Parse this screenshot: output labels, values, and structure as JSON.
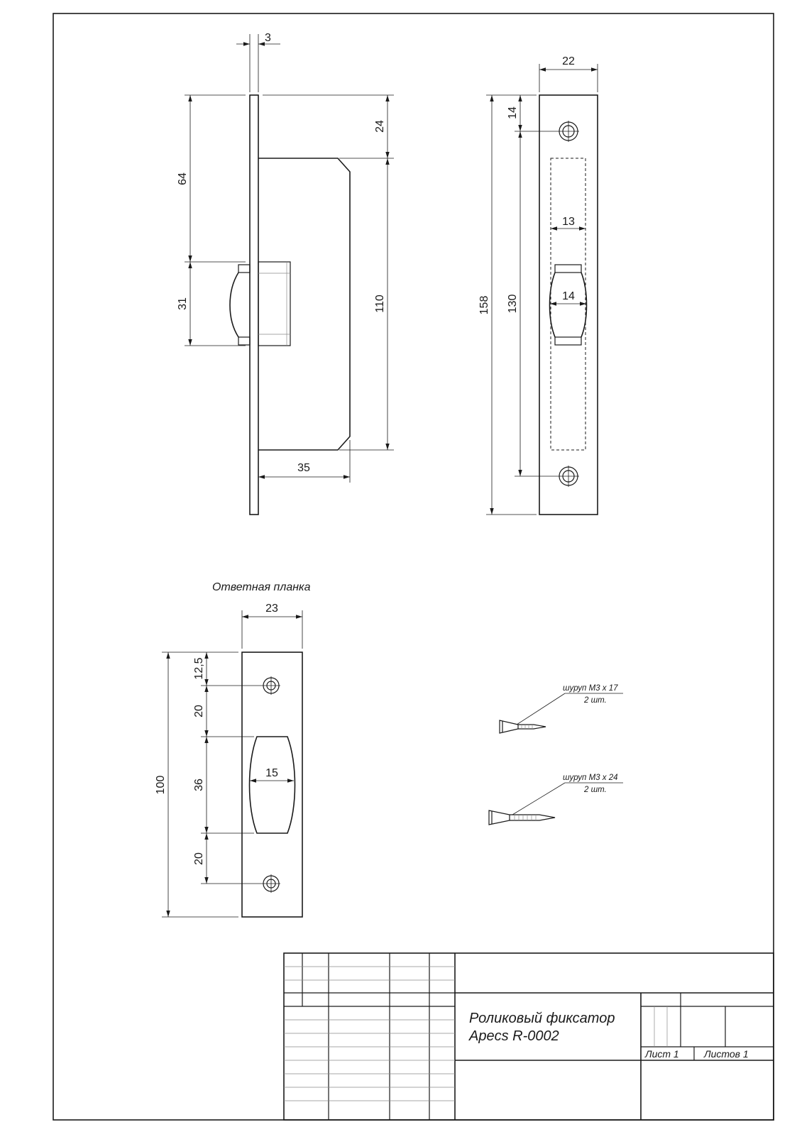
{
  "dimensions": {
    "faceplate_thickness": "3",
    "top_to_body": "24",
    "top_to_roller": "64",
    "roller_height": "31",
    "body_height": "110",
    "body_depth": "35",
    "faceplate_width": "22",
    "hole_offset": "14",
    "overall_length": "158",
    "hole_spacing": "130",
    "slot_width": "13",
    "roller_width": "14"
  },
  "strike_plate": {
    "caption": "Ответная планка",
    "width": "23",
    "top_hole": "12,5",
    "gap_top": "20",
    "slot_height": "36",
    "gap_bottom": "20",
    "overall_height": "100",
    "slot_width": "15"
  },
  "screws": [
    {
      "label": "шуруп М3 х 17",
      "qty": "2 шт."
    },
    {
      "label": "шуруп М3 х 24",
      "qty": "2 шт."
    }
  ],
  "title_block": {
    "title_line1": "Роликовый фиксатор",
    "title_line2": "Apecs R-0002",
    "sheet": "Лист 1",
    "sheets": "Листов 1"
  }
}
